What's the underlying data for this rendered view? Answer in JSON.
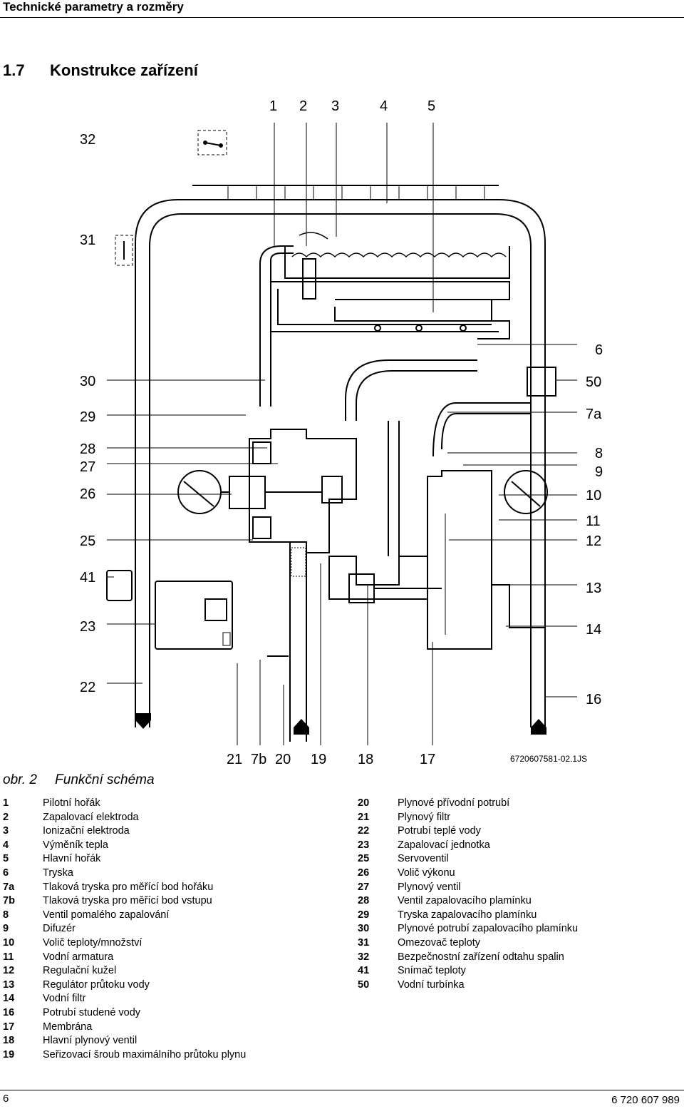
{
  "header": {
    "title": "Technické parametry a rozměry"
  },
  "section": {
    "number": "1.7",
    "title": "Konstrukce zařízení"
  },
  "diagram": {
    "callouts_top": [
      "1",
      "2",
      "3",
      "4",
      "5"
    ],
    "callouts_left": [
      "32",
      "31",
      "30",
      "29",
      "28",
      "27",
      "26",
      "25",
      "41",
      "23",
      "22"
    ],
    "callouts_right": [
      "6",
      "50",
      "7a",
      "8",
      "9",
      "10",
      "11",
      "12",
      "13",
      "14",
      "16"
    ],
    "callouts_bottom": [
      "21",
      "7b",
      "20",
      "19",
      "18",
      "17"
    ],
    "drawing_code": "6720607581-02.1JS"
  },
  "figure": {
    "number": "obr. 2",
    "caption": "Funkční schéma"
  },
  "legend_left": [
    {
      "key": "1",
      "text": "Pilotní hořák"
    },
    {
      "key": "2",
      "text": "Zapalovací elektroda"
    },
    {
      "key": "3",
      "text": "Ionizační elektroda"
    },
    {
      "key": "4",
      "text": "Výměník tepla"
    },
    {
      "key": "5",
      "text": "Hlavní hořák"
    },
    {
      "key": "6",
      "text": "Tryska"
    },
    {
      "key": "7a",
      "text": "Tlaková tryska pro měřící bod hořáku"
    },
    {
      "key": "7b",
      "text": "Tlaková tryska pro měřící bod vstupu"
    },
    {
      "key": "8",
      "text": "Ventil pomalého zapalování"
    },
    {
      "key": "9",
      "text": "Difuzér"
    },
    {
      "key": "10",
      "text": "Volič teploty/množství"
    },
    {
      "key": "11",
      "text": "Vodní armatura"
    },
    {
      "key": "12",
      "text": "Regulační kužel"
    },
    {
      "key": "13",
      "text": "Regulátor průtoku vody"
    },
    {
      "key": "14",
      "text": "Vodní filtr"
    },
    {
      "key": "16",
      "text": "Potrubí studené vody"
    },
    {
      "key": "17",
      "text": "Membrána"
    },
    {
      "key": "18",
      "text": "Hlavní plynový ventil"
    },
    {
      "key": "19",
      "text": "Seřizovací šroub maximálního průtoku plynu"
    }
  ],
  "legend_right": [
    {
      "key": "20",
      "text": "Plynové přívodní potrubí"
    },
    {
      "key": "21",
      "text": "Plynový filtr"
    },
    {
      "key": "22",
      "text": "Potrubí teplé vody"
    },
    {
      "key": "23",
      "text": "Zapalovací jednotka"
    },
    {
      "key": "25",
      "text": "Servoventil"
    },
    {
      "key": "26",
      "text": "Volič výkonu"
    },
    {
      "key": "27",
      "text": "Plynový ventil"
    },
    {
      "key": "28",
      "text": "Ventil zapalovacího plamínku"
    },
    {
      "key": "29",
      "text": "Tryska zapalovacího plamínku"
    },
    {
      "key": "30",
      "text": "Plynové potrubí zapalovacího plamínku"
    },
    {
      "key": "31",
      "text": "Omezovač teploty"
    },
    {
      "key": "32",
      "text": "Bezpečnostní zařízení odtahu spalin"
    },
    {
      "key": "41",
      "text": "Snímač teploty"
    },
    {
      "key": "50",
      "text": "Vodní turbínka"
    }
  ],
  "footer": {
    "page_number": "6",
    "doc_id": "6 720 607 989"
  }
}
